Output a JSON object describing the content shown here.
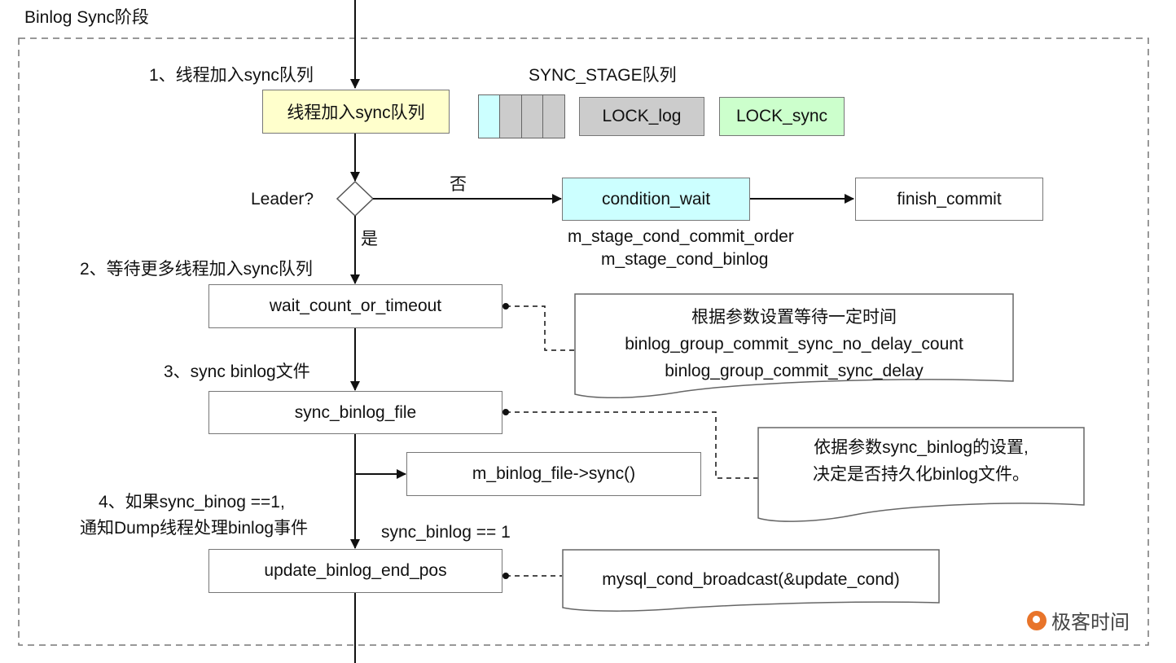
{
  "title": "Binlog Sync阶段",
  "steps": {
    "step1": "1、线程加入sync队列",
    "step2": "2、等待更多线程加入sync队列",
    "step3": "3、sync binlog文件",
    "step4_line1": "4、如果sync_binog ==1,",
    "step4_line2": "通知Dump线程处理binlog事件"
  },
  "queue": {
    "title": "SYNC_STAGE队列",
    "cells": 4,
    "lock_log": "LOCK_log",
    "lock_sync": "LOCK_sync"
  },
  "nodes": {
    "enqueue": "线程加入sync队列",
    "decision": "Leader?",
    "no_label": "否",
    "yes_label": "是",
    "condition_wait": "condition_wait",
    "finish_commit": "finish_commit",
    "cond_line1": "m_stage_cond_commit_order",
    "cond_line2": "m_stage_cond_binlog",
    "wait_count": "wait_count_or_timeout",
    "sync_binlog_file": "sync_binlog_file",
    "file_sync": "m_binlog_file->sync()",
    "sync_cond": "sync_binlog == 1",
    "update_pos": "update_binlog_end_pos"
  },
  "notes": {
    "wait_note": [
      "根据参数设置等待一定时间",
      "binlog_group_commit_sync_no_delay_count",
      "binlog_group_commit_sync_delay"
    ],
    "sync_note": [
      "依据参数sync_binlog的设置,",
      "决定是否持久化binlog文件。"
    ],
    "broadcast_note": [
      "mysql_cond_broadcast(&update_cond)"
    ]
  },
  "colors": {
    "enqueue_fill": "#ffffcc",
    "cyan_fill": "#ccffff",
    "gray_fill": "#cccccc",
    "green_fill": "#ccffcc",
    "logo": "#e8742a"
  },
  "watermark": "极客时间"
}
